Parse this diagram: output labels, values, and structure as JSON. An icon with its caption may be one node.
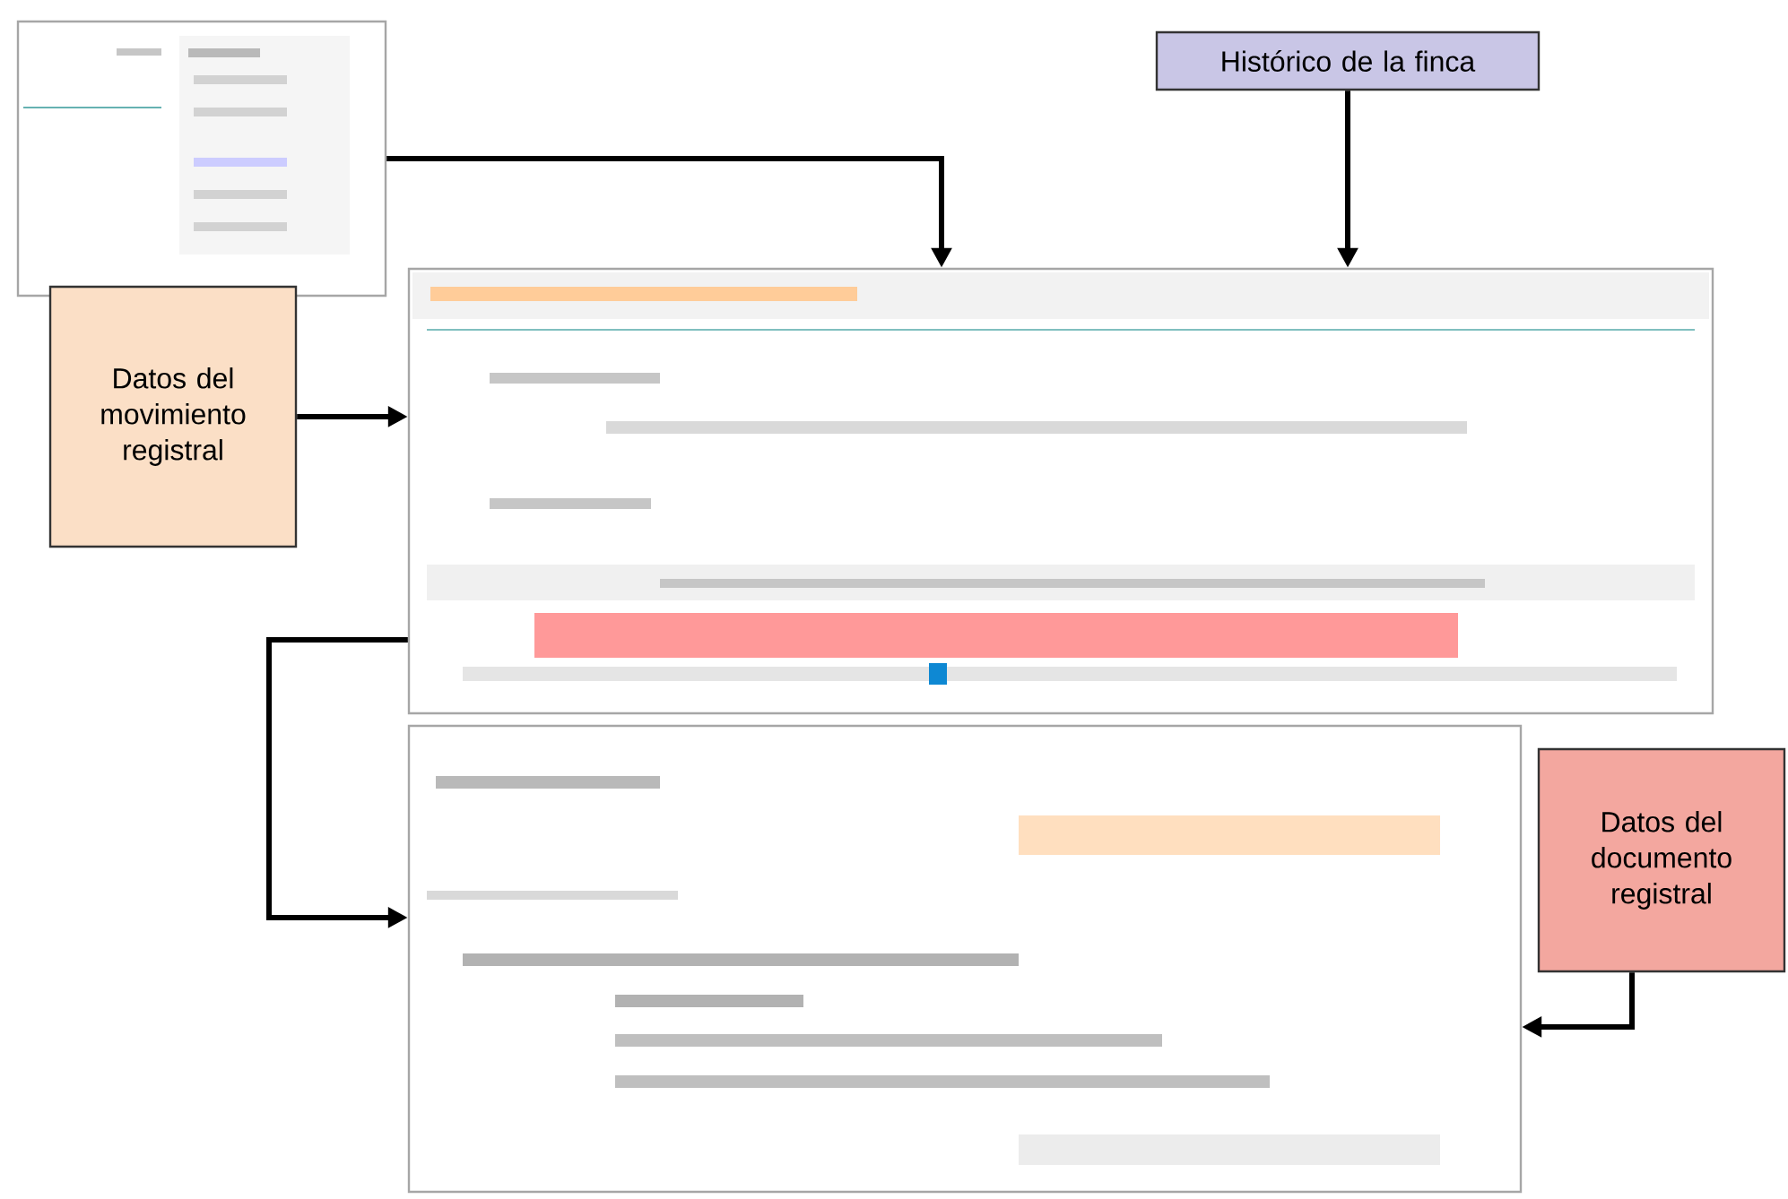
{
  "diagram": {
    "nodes": [
      {
        "text": [],
        "shape": "picture"
      },
      {
        "text": [
          "Histórico de la finca"
        ]
      },
      {
        "text": [],
        "shape": "picture"
      },
      {
        "text": [
          "Datos del movimiento registral"
        ]
      },
      {
        "text": [],
        "shape": "picture"
      },
      {
        "text": [
          "Datos del documento registral"
        ]
      }
    ],
    "edges": [
      {
        "from": 0,
        "to": 2,
        "arrow": "to"
      },
      {
        "from": 1,
        "to": 2,
        "arrow": "to"
      },
      {
        "from": 3,
        "to": 2,
        "arrow": "to"
      },
      {
        "from": 2,
        "to": 4,
        "arrow": "to"
      },
      {
        "from": 5,
        "to": 4,
        "arrow": "to"
      }
    ]
  }
}
